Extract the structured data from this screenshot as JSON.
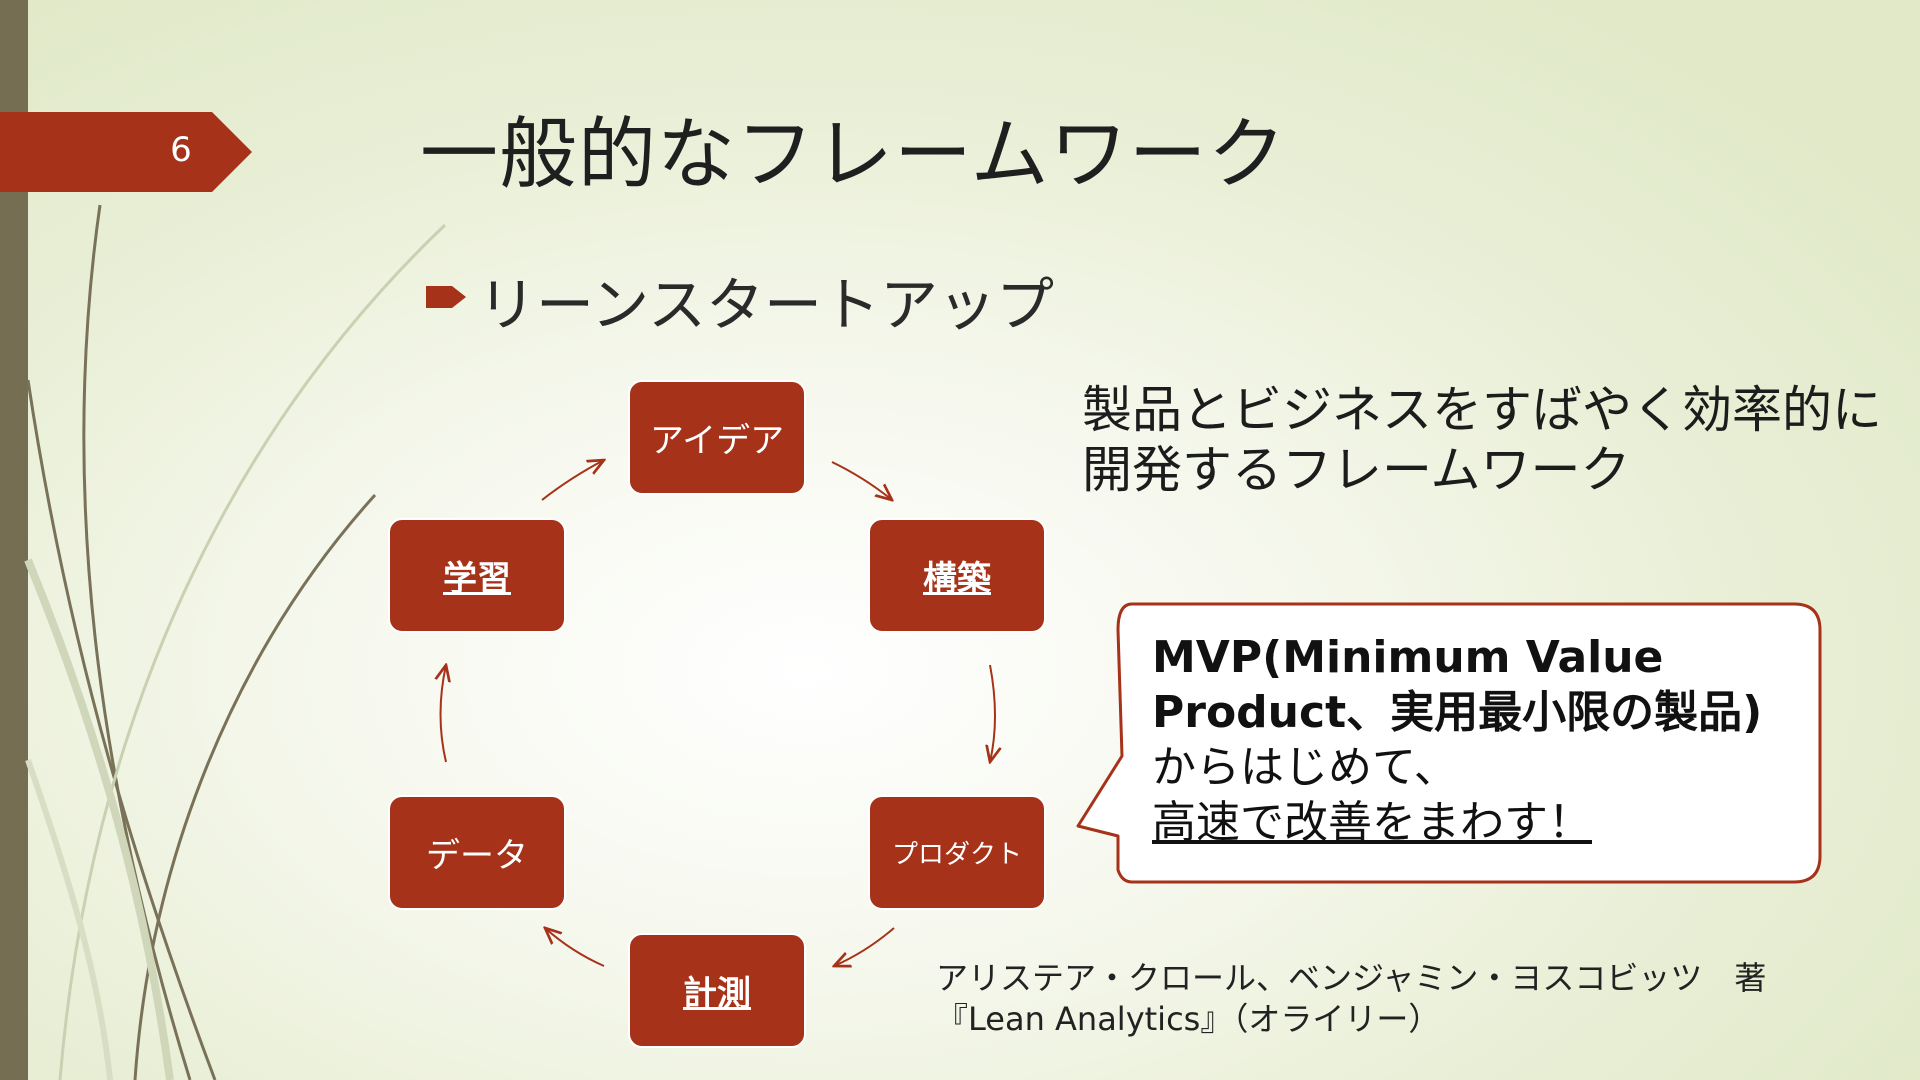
{
  "slide": {
    "number": "6",
    "title": "一般的なフレームワーク",
    "bullet": "リーンスタートアップ"
  },
  "cycle": {
    "steps": [
      "アイデア",
      "構築",
      "プロダクト",
      "計測",
      "データ",
      "学習"
    ]
  },
  "description": {
    "line1": "製品とビジネスをすばやく効率的に",
    "line2": "開発するフレームワーク"
  },
  "callout": {
    "line1": "MVP(Minimum Value",
    "line2": "Product、実用最小限の製品)",
    "line3": "からはじめて、",
    "line4": "高速で改善をまわす！"
  },
  "citation": {
    "line1": "アリステア・クロール、ベンジャミン・ヨスコビッツ　著",
    "line2": "『Lean Analytics』（オライリー）"
  },
  "colors": {
    "accent": "#a53219",
    "band": "#766e52",
    "background": "#e9efd6"
  }
}
